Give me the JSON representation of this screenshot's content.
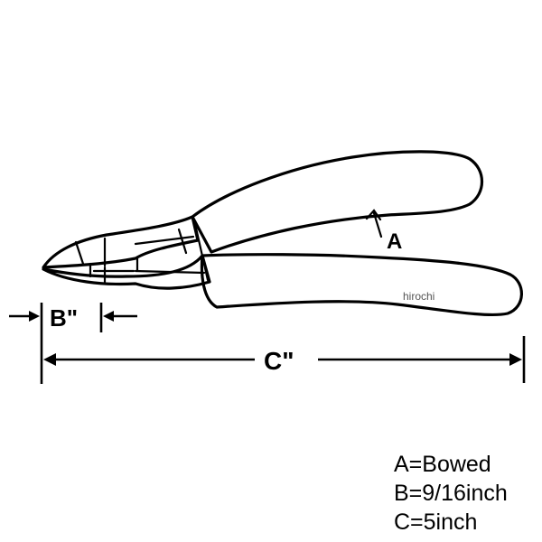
{
  "labels": {
    "a": "A",
    "b": "B\"",
    "c": "C\""
  },
  "watermark": "hirochi",
  "legend": [
    "A=Bowed",
    "B=9/16inch",
    "C=5inch"
  ],
  "icons": {
    "tool": "side-cutter-pliers-icon"
  }
}
